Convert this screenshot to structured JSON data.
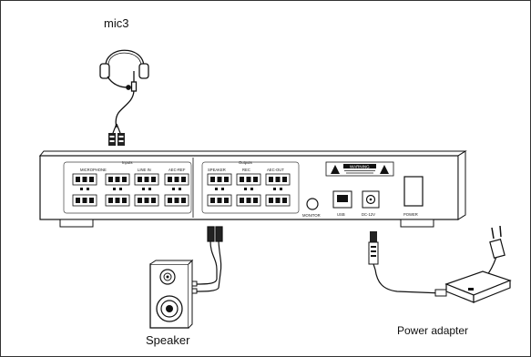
{
  "labels": {
    "mic": "mic3",
    "speaker": "Speaker",
    "power_adapter": "Power adapter"
  },
  "panel": {
    "inputs_title": "Inputs",
    "outputs_title": "Outputs",
    "input_groups": [
      "MICROPHONE",
      "",
      "LINE IN",
      "AEC-REF"
    ],
    "output_groups": [
      "SPEAKER",
      "REC",
      "AEC-OUT"
    ],
    "monitor": "MONITOR",
    "usb": "USB",
    "dc_in": "DC-12V",
    "power": "POWER",
    "warning": "WARNING"
  }
}
